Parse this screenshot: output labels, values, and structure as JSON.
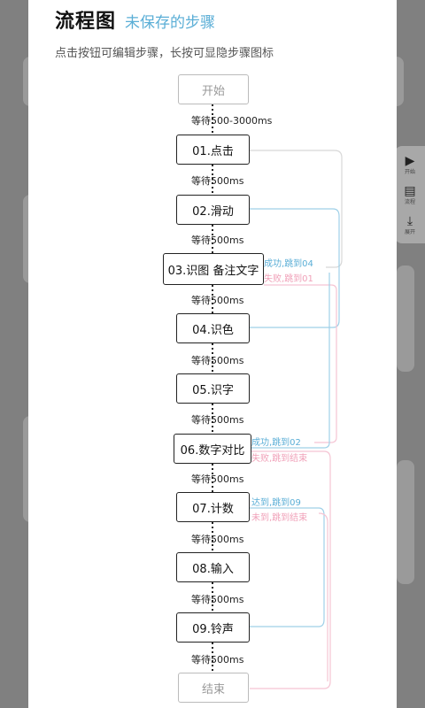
{
  "dialog": {
    "title": "流程图",
    "subtitle": "未保存的步骤",
    "hint": "点击按钮可编辑步骤，长按可显隐步骤图标"
  },
  "side_panel": {
    "items": [
      {
        "label": "开始",
        "icon": "play-icon"
      },
      {
        "label": "流程",
        "icon": "flow-icon"
      },
      {
        "label": "展开",
        "icon": "expand-icon"
      }
    ]
  },
  "flow": {
    "start": "开始",
    "end": "结束",
    "steps": [
      {
        "label": "01.点击",
        "wait": "等待500-3000ms"
      },
      {
        "label": "02.滑动",
        "wait": "等待500ms"
      },
      {
        "label": "03.识图 备注文字",
        "wait": "等待500ms"
      },
      {
        "label": "04.识色",
        "wait": "等待500ms"
      },
      {
        "label": "05.识字",
        "wait": "等待500ms"
      },
      {
        "label": "06.数字对比",
        "wait": "等待500ms"
      },
      {
        "label": "07.计数",
        "wait": "等待500ms"
      },
      {
        "label": "08.输入",
        "wait": "等待500ms"
      },
      {
        "label": "09.铃声",
        "wait": "等待500ms"
      }
    ],
    "last_wait": "等待500ms",
    "jumps": [
      {
        "text": "成功,跳到04",
        "color": "#5aaed6"
      },
      {
        "text": "失败,跳到01",
        "color": "#f0a0b8"
      },
      {
        "text": "成功,跳到02",
        "color": "#5aaed6"
      },
      {
        "text": "失败,跳到结束",
        "color": "#f0a0b8"
      },
      {
        "text": "达到,跳到09",
        "color": "#5aaed6"
      },
      {
        "text": "未到,跳到结束",
        "color": "#f0a0b8"
      }
    ]
  },
  "colors": {
    "accent": "#5aaed6",
    "fail": "#f0a0b8",
    "loop_line": "#d8d8d8"
  }
}
